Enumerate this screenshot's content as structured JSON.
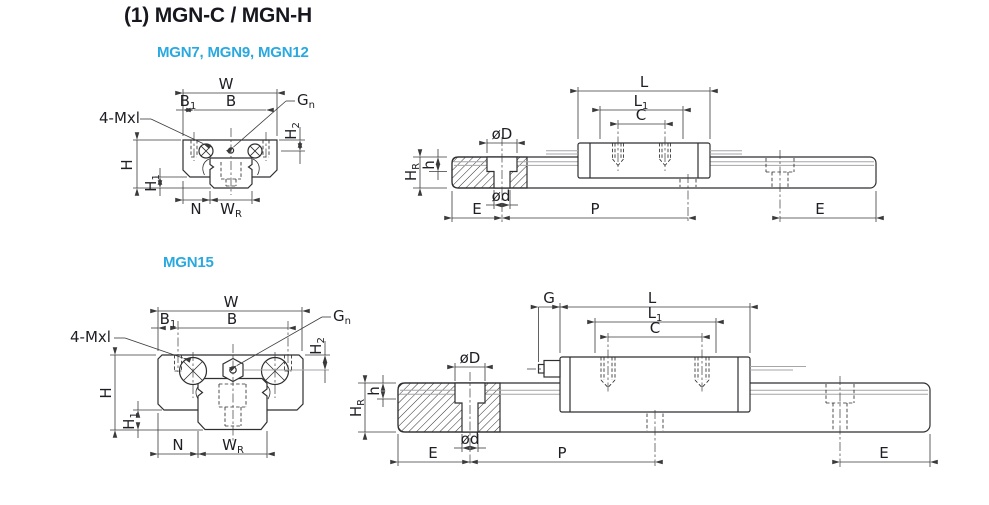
{
  "page": {
    "title": "(1) MGN-C / MGN-H"
  },
  "theme": {
    "accent": "#29a9e0",
    "title": "#17171f",
    "ink": "#1e1e24",
    "line": "#2f2f31",
    "dim": "#3a3a3c",
    "gray": "#a6a6a8"
  },
  "section_mgn7_9_12": {
    "subtitle": "MGN7, MGN9, MGN12",
    "cross_section": {
      "dims": {
        "W": "W",
        "B1": {
          "base": "B",
          "sub": "1"
        },
        "B": "B",
        "Gn": {
          "base": "G",
          "sub": "n"
        },
        "mount_thread": "4-Mxl",
        "H": "H",
        "H1": {
          "base": "H",
          "sub": "1"
        },
        "H2": {
          "base": "H",
          "sub": "2"
        },
        "N": "N",
        "WR": {
          "base": "W",
          "sub": "R"
        }
      }
    },
    "side_view": {
      "dims": {
        "L": "L",
        "L1": {
          "base": "L",
          "sub": "1"
        },
        "C": "C",
        "D": "øD",
        "d": "ød",
        "HR": {
          "base": "H",
          "sub": "R"
        },
        "h": "h",
        "E_left": "E",
        "P": "P",
        "E_right": "E"
      }
    }
  },
  "section_mgn15": {
    "subtitle": "MGN15",
    "cross_section": {
      "dims": {
        "W": "W",
        "B1": {
          "base": "B",
          "sub": "1"
        },
        "B": "B",
        "Gn": {
          "base": "G",
          "sub": "n"
        },
        "mount_thread": "4-Mxl",
        "H": "H",
        "H1": {
          "base": "H",
          "sub": "1"
        },
        "H2": {
          "base": "H",
          "sub": "2"
        },
        "N": "N",
        "WR": {
          "base": "W",
          "sub": "R"
        }
      }
    },
    "side_view": {
      "dims": {
        "G": "G",
        "L": "L",
        "L1": {
          "base": "L",
          "sub": "1"
        },
        "C": "C",
        "D": "øD",
        "d": "ød",
        "HR": {
          "base": "H",
          "sub": "R"
        },
        "h": "h",
        "E_left": "E",
        "P": "P",
        "E_right": "E"
      }
    }
  }
}
